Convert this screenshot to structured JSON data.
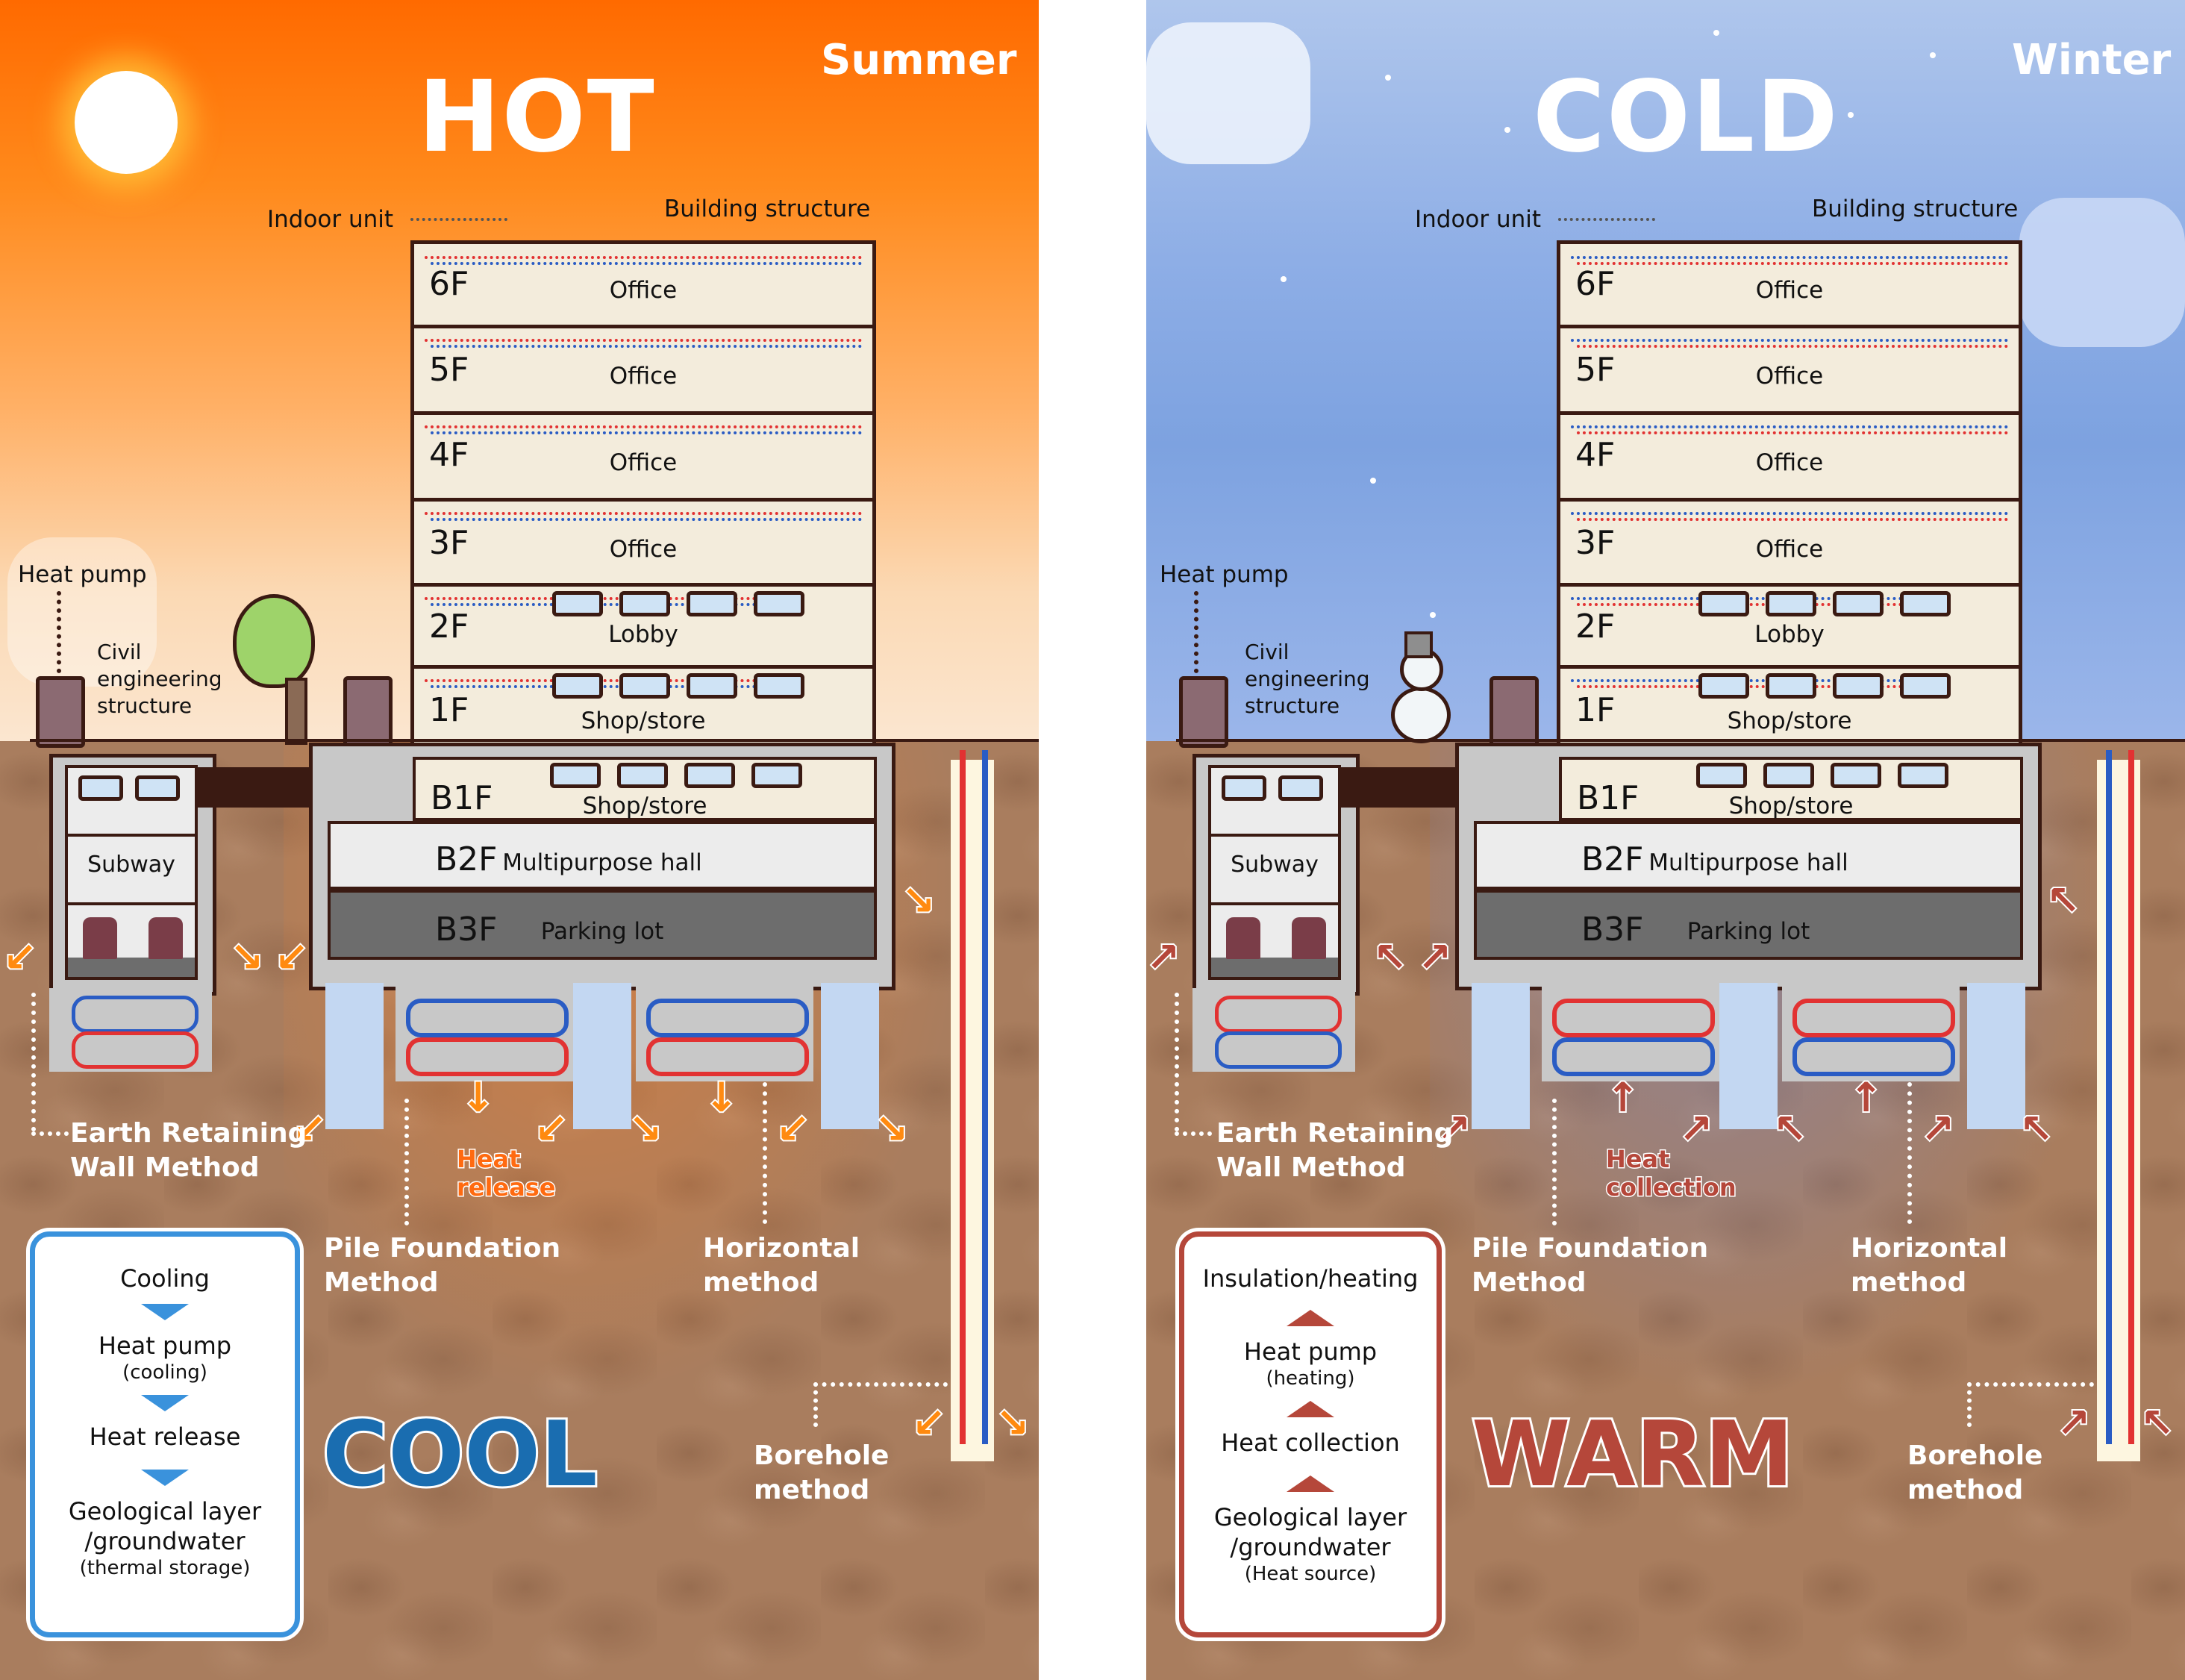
{
  "panels": [
    {
      "id": "summer",
      "season": "Summer",
      "condition": "HOT",
      "result": "COOL",
      "colors": {
        "accent": "#3a92dc",
        "result_text": "#1a6db0",
        "arrow": "#ff8a10",
        "heat_label": "#ff6a10"
      },
      "heat_label": "Heat\nrelease",
      "labels": {
        "indoor_unit": "Indoor unit",
        "building_structure": "Building structure",
        "heat_pump": "Heat pump",
        "civil_engineering": "Civil\nengineering\nstructure",
        "subway": "Subway",
        "earth_retaining": "Earth Retaining\nWall Method",
        "pile_foundation": "Pile Foundation\nMethod",
        "horizontal": "Horizontal\nmethod",
        "borehole": "Borehole\nmethod"
      },
      "floors": [
        {
          "num": "6F",
          "name": "Office"
        },
        {
          "num": "5F",
          "name": "Office"
        },
        {
          "num": "4F",
          "name": "Office"
        },
        {
          "num": "3F",
          "name": "Office"
        },
        {
          "num": "2F",
          "name": "Lobby"
        },
        {
          "num": "1F",
          "name": "Shop/store"
        }
      ],
      "basement": [
        {
          "num": "B1F",
          "name": "Shop/store"
        },
        {
          "num": "B2F",
          "name": "Multipurpose hall"
        },
        {
          "num": "B3F",
          "name": "Parking lot"
        }
      ],
      "flow": {
        "direction": "down",
        "steps": [
          {
            "text": "Cooling",
            "sub": ""
          },
          {
            "text": "Heat pump",
            "sub": "(cooling)"
          },
          {
            "text": "Heat release",
            "sub": ""
          },
          {
            "text": "Geological layer\n/groundwater",
            "sub": "(thermal storage)"
          }
        ]
      }
    },
    {
      "id": "winter",
      "season": "Winter",
      "condition": "COLD",
      "result": "WARM",
      "colors": {
        "accent": "#b5473a",
        "result_text": "#b5473a",
        "arrow": "#b5473a",
        "heat_label": "#b5473a"
      },
      "heat_label": "Heat\ncollection",
      "labels": {
        "indoor_unit": "Indoor unit",
        "building_structure": "Building structure",
        "heat_pump": "Heat pump",
        "civil_engineering": "Civil\nengineering\nstructure",
        "subway": "Subway",
        "earth_retaining": "Earth Retaining\nWall Method",
        "pile_foundation": "Pile Foundation\nMethod",
        "horizontal": "Horizontal\nmethod",
        "borehole": "Borehole\nmethod"
      },
      "floors": [
        {
          "num": "6F",
          "name": "Office"
        },
        {
          "num": "5F",
          "name": "Office"
        },
        {
          "num": "4F",
          "name": "Office"
        },
        {
          "num": "3F",
          "name": "Office"
        },
        {
          "num": "2F",
          "name": "Lobby"
        },
        {
          "num": "1F",
          "name": "Shop/store"
        }
      ],
      "basement": [
        {
          "num": "B1F",
          "name": "Shop/store"
        },
        {
          "num": "B2F",
          "name": "Multipurpose hall"
        },
        {
          "num": "B3F",
          "name": "Parking lot"
        }
      ],
      "flow": {
        "direction": "up",
        "steps": [
          {
            "text": "Insulation/heating",
            "sub": ""
          },
          {
            "text": "Heat pump",
            "sub": "(heating)"
          },
          {
            "text": "Heat collection",
            "sub": ""
          },
          {
            "text": "Geological layer\n/groundwater",
            "sub": "(Heat source)"
          }
        ]
      }
    }
  ],
  "pipe_colors": {
    "hot": "#e23232",
    "cold": "#2a5cc4"
  }
}
